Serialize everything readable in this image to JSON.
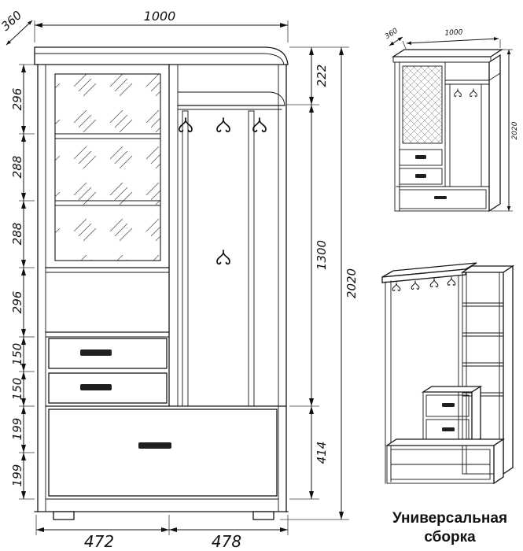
{
  "caption": {
    "line1": "Универсальная",
    "line2": "сборка"
  },
  "dimensions": {
    "top_width": "1000",
    "top_depth": "360",
    "left_chain": [
      "296",
      "288",
      "288",
      "296",
      "150",
      "150",
      "199",
      "199"
    ],
    "right_chain": [
      "222",
      "1300",
      "414"
    ],
    "total_height": "2020",
    "bottom_left": "472",
    "bottom_right": "478"
  },
  "iso_view": {
    "depth": "360",
    "width": "1000",
    "height": "2020"
  }
}
